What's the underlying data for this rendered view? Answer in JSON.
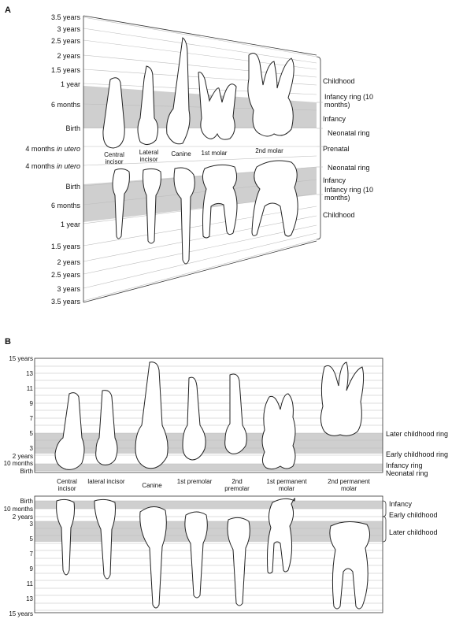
{
  "panel_a": {
    "label": "A",
    "upper_ticks": [
      "3.5 years",
      "3 years",
      "2.5 years",
      "2 years",
      "1.5 years",
      "1 year",
      "6 months",
      "Birth",
      "4 months"
    ],
    "in_utero": "in utero",
    "lower_ticks": [
      "4 months",
      "Birth",
      "6 months",
      "1 year",
      "1.5 years",
      "2 years",
      "2.5 years",
      "3 years",
      "3.5 years"
    ],
    "teeth": [
      "Central incisor",
      "Lateral incisor",
      "Canine",
      "1st molar",
      "2nd molar"
    ],
    "right_labels": {
      "childhood_top": "Childhood",
      "infancy_ring_top": "Infancy ring (10 months)",
      "infancy_top": "Infancy",
      "neonatal_top": "Neonatal ring",
      "prenatal": "Prenatal",
      "neonatal_bottom": "Neonatal ring",
      "infancy_bottom": "Infancy",
      "infancy_ring_bottom": "Infancy ring (10 months)",
      "childhood_bottom": "Childhood"
    }
  },
  "panel_b": {
    "label": "B",
    "upper_ticks": [
      "15 years",
      "13",
      "11",
      "9",
      "7",
      "5",
      "3",
      "2 years",
      "10 months",
      "Birth"
    ],
    "lower_ticks": [
      "Birth",
      "10 months",
      "2 years",
      "3",
      "5",
      "7",
      "9",
      "11",
      "13",
      "15 years"
    ],
    "teeth": [
      "Central incisor",
      "lateral incisor",
      "Canine",
      "1st premolar",
      "2nd premolar",
      "1st permanent molar",
      "2nd permanent molar"
    ],
    "right_labels_upper": [
      "Later childhood ring",
      "Early childhood ring",
      "Infancy ring",
      "Neonatal ring"
    ],
    "right_labels_lower": [
      "Infancy",
      "Early childhood",
      "Later childhood"
    ]
  }
}
